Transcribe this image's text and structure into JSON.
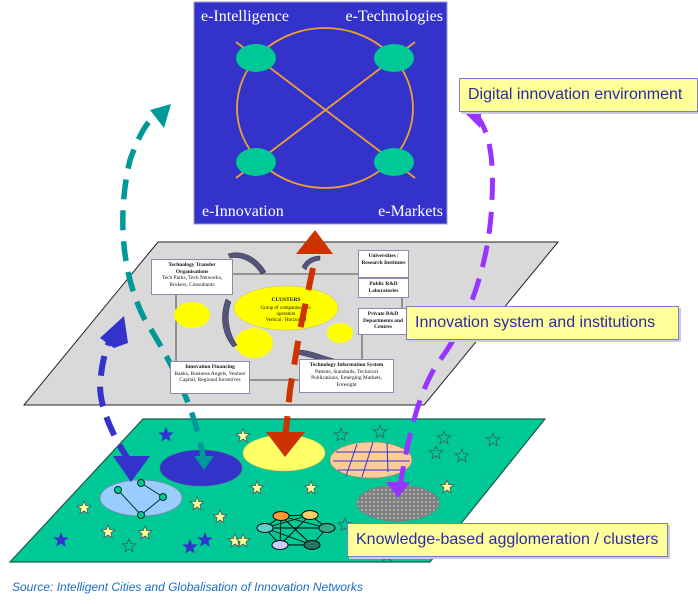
{
  "digital_layer": {
    "nodes": [
      {
        "label": "e-Intelligence"
      },
      {
        "label": "e-Technologies"
      },
      {
        "label": "e-Innovation"
      },
      {
        "label": "e-Markets"
      }
    ],
    "colors": {
      "background": "#3333cc",
      "node": "#00c896",
      "link": "#f0a030"
    }
  },
  "labels": {
    "digital": "Digital innovation environment",
    "innovation": "Innovation system and institutions",
    "knowledge": "Knowledge-based agglomeration / clusters"
  },
  "institutions": {
    "tech_transfer": {
      "title": "Technology Transfer Organisations",
      "body": "Tech Parks, Tech Networks, Brokers, Consultants"
    },
    "universities": {
      "title": "Universities / Research Institutes",
      "body": ""
    },
    "public_rd": {
      "title": "Public R&D Laboratories",
      "body": ""
    },
    "private_rd": {
      "title": "Private R&D Departments and Centres",
      "body": ""
    },
    "financing": {
      "title": "Innovation Financing",
      "body": "Banks, Business Angels, Venture Capital, Regional Incentives"
    },
    "tech_info": {
      "title": "Technology Information System",
      "body": "Patents, Standards, Technical Publications, Emerging Markets, Foresight"
    },
    "clusters": {
      "title": "CLUSTERS",
      "body": "Group of companies / co-operation Vertical / Horizontal"
    }
  },
  "source": "Source: Intelligent Cities and Globalisation of Innovation Networks",
  "colors": {
    "institutions_plane": "#d9d9d9",
    "cluster_plane": "#00c896",
    "arrow_teal": "#009999",
    "arrow_blue": "#3333cc",
    "arrow_red": "#cc3300",
    "arrow_purple": "#9933ff",
    "label_fill": "#ffff99",
    "label_text": "#2a2aa8",
    "source_text": "#1a6fc4"
  }
}
